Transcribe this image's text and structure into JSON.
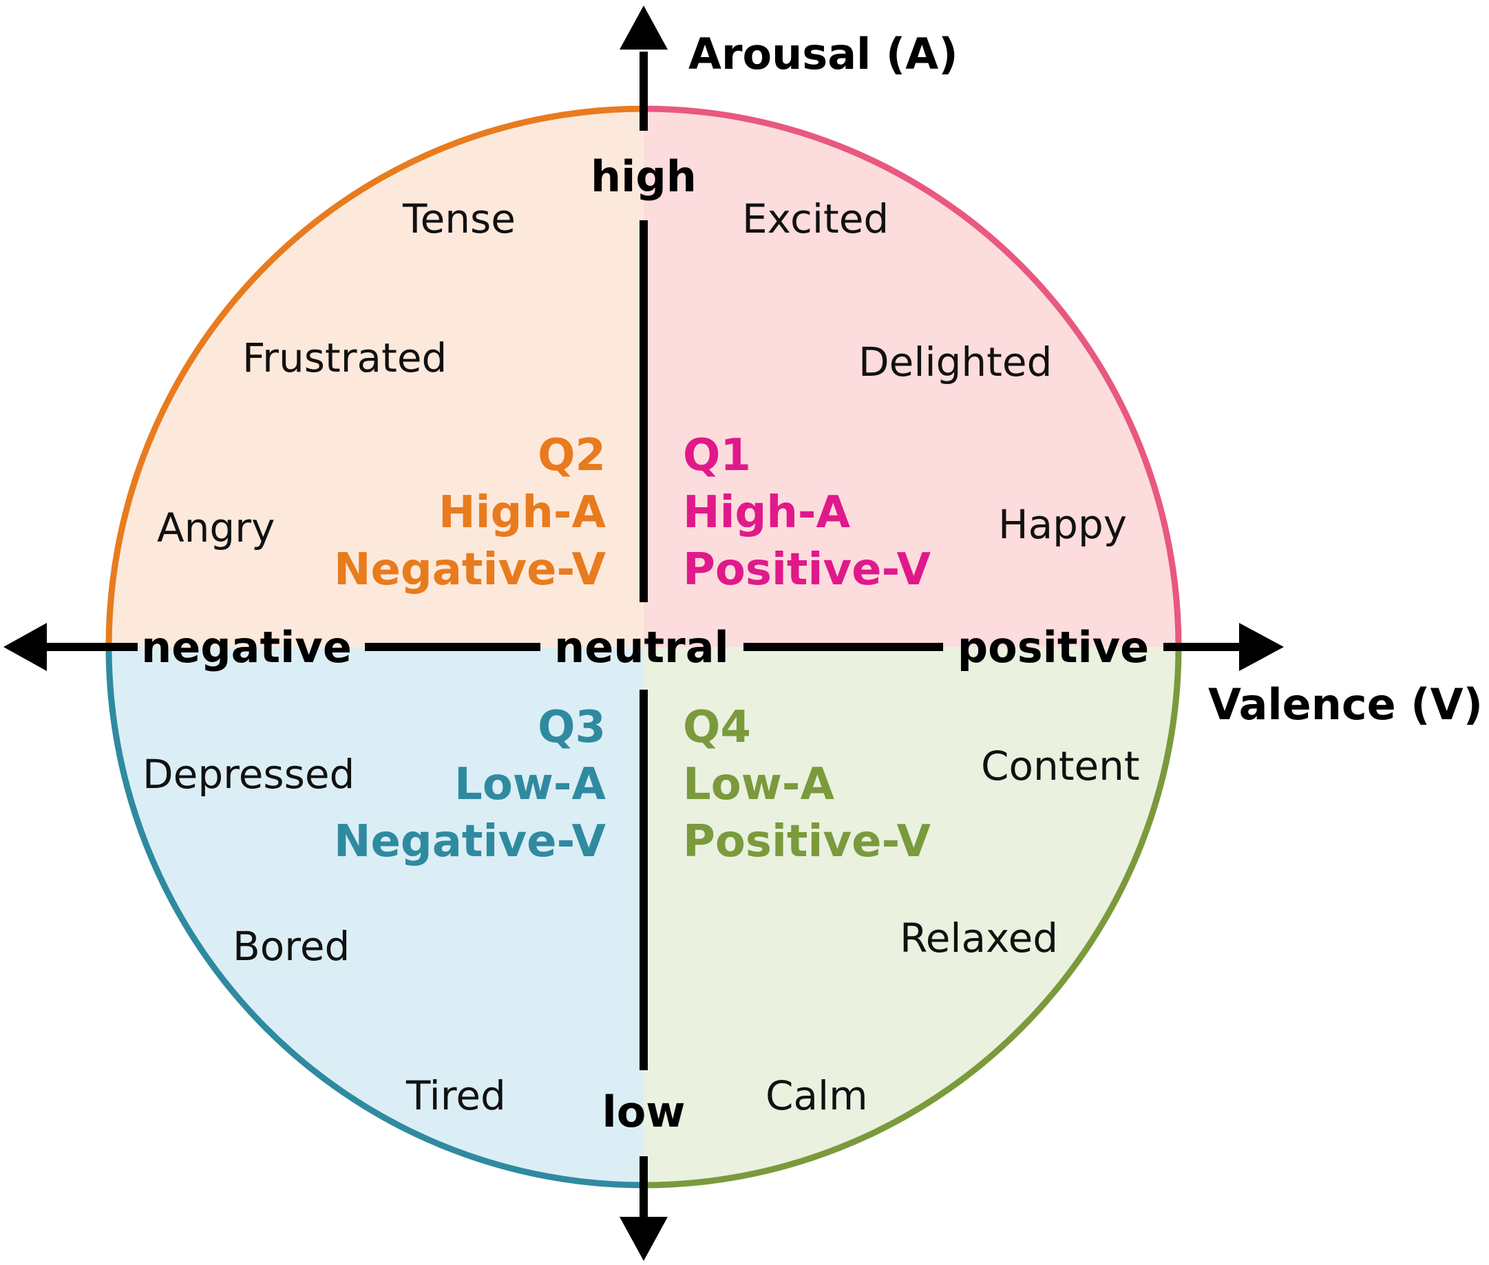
{
  "axes": {
    "arousal_title": "Arousal (A)",
    "valence_title": "Valence (V)",
    "high": "high",
    "low": "low",
    "negative": "negative",
    "neutral": "neutral",
    "positive": "positive"
  },
  "quadrants": {
    "q1": {
      "id": "Q1",
      "arousal": "High-A",
      "valence": "Positive-V",
      "color": "#e0198a",
      "fill": "#fcdcdc",
      "stroke": "#e8587f"
    },
    "q2": {
      "id": "Q2",
      "arousal": "High-A",
      "valence": "Negative-V",
      "color": "#e87b1e",
      "fill": "#fde9dc",
      "stroke": "#e87b1e"
    },
    "q3": {
      "id": "Q3",
      "arousal": "Low-A",
      "valence": "Negative-V",
      "color": "#2f8aa0",
      "fill": "#dbeef5",
      "stroke": "#2f8aa0"
    },
    "q4": {
      "id": "Q4",
      "arousal": "Low-A",
      "valence": "Positive-V",
      "color": "#7a9a3c",
      "fill": "#eaf1df",
      "stroke": "#7a9a3c"
    }
  },
  "emotions": {
    "tense": "Tense",
    "frustrated": "Frustrated",
    "angry": "Angry",
    "excited": "Excited",
    "delighted": "Delighted",
    "happy": "Happy",
    "depressed": "Depressed",
    "bored": "Bored",
    "tired": "Tired",
    "content": "Content",
    "relaxed": "Relaxed",
    "calm": "Calm"
  }
}
